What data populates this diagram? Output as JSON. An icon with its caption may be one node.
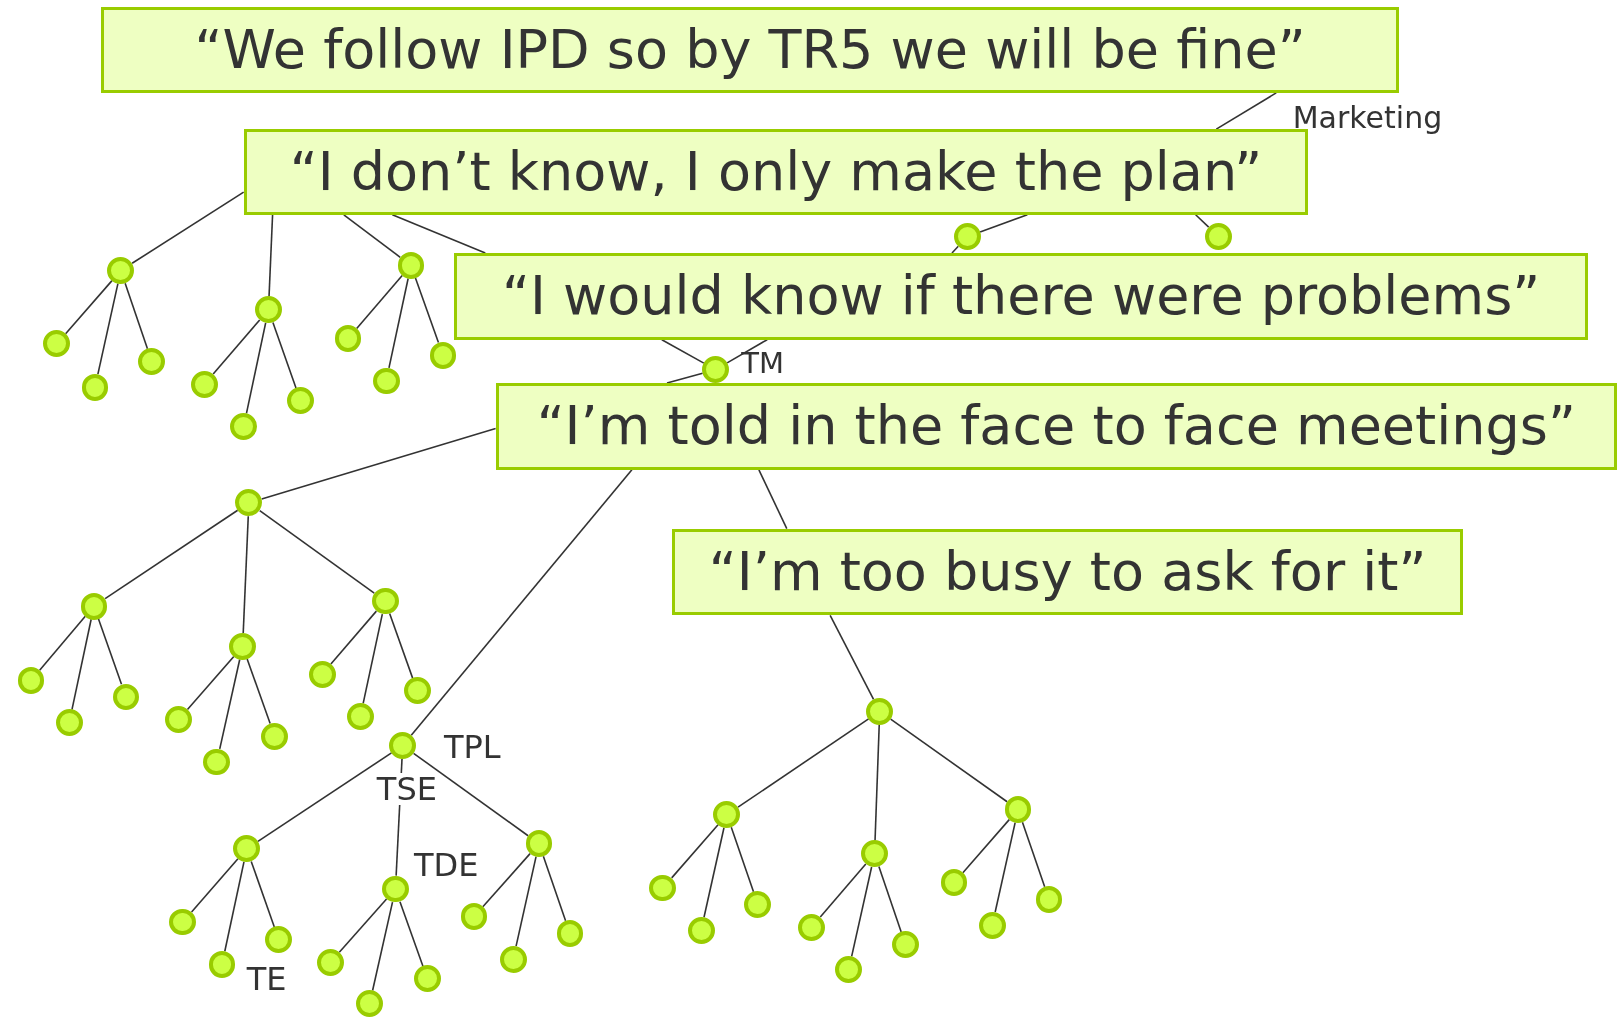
{
  "diagram": {
    "nodes": [
      {
        "text": [
          "“We follow IPD so by TR5 we will be fine”"
        ]
      },
      {
        "text": [
          "“I don’t know, I only make the plan”"
        ]
      },
      {
        "text": [],
        "shape": "circle"
      },
      {
        "text": [],
        "shape": "circle"
      },
      {
        "text": [
          "“I would know if there were problems”"
        ]
      },
      {
        "text": [],
        "shape": "circle"
      },
      {
        "text": [],
        "shape": "circle"
      },
      {
        "text": [],
        "shape": "circle"
      },
      {
        "text": [],
        "shape": "circle"
      },
      {
        "text": [],
        "shape": "circle"
      },
      {
        "text": [],
        "shape": "circle"
      },
      {
        "text": [],
        "shape": "circle"
      },
      {
        "text": [],
        "shape": "circle"
      },
      {
        "text": [],
        "shape": "circle"
      },
      {
        "text": [],
        "shape": "circle"
      },
      {
        "text": [],
        "shape": "circle"
      },
      {
        "text": [],
        "shape": "circle"
      },
      {
        "text": [],
        "shape": "circle"
      },
      {
        "text": [
          "“I’m told in the face to face meetings”"
        ]
      },
      {
        "text": [],
        "shape": "circle"
      },
      {
        "text": [],
        "shape": "circle"
      },
      {
        "text": [],
        "shape": "circle"
      },
      {
        "text": [],
        "shape": "circle"
      },
      {
        "text": [],
        "shape": "circle"
      },
      {
        "text": [],
        "shape": "circle"
      },
      {
        "text": [],
        "shape": "circle"
      },
      {
        "text": [],
        "shape": "circle"
      },
      {
        "text": [],
        "shape": "circle"
      },
      {
        "text": [],
        "shape": "circle"
      },
      {
        "text": [],
        "shape": "circle"
      },
      {
        "text": [],
        "shape": "circle"
      },
      {
        "text": [],
        "shape": "circle"
      },
      {
        "text": [
          "“I’m too busy to ask for it”"
        ]
      },
      {
        "text": [],
        "shape": "circle"
      },
      {
        "text": [],
        "shape": "circle"
      },
      {
        "text": [],
        "shape": "circle"
      },
      {
        "text": [],
        "shape": "circle"
      },
      {
        "text": [],
        "shape": "circle"
      },
      {
        "text": [],
        "shape": "circle"
      },
      {
        "text": [],
        "shape": "circle"
      },
      {
        "text": [],
        "shape": "circle"
      },
      {
        "text": [],
        "shape": "circle"
      },
      {
        "text": [],
        "shape": "circle"
      },
      {
        "text": [],
        "shape": "circle"
      },
      {
        "text": [],
        "shape": "circle"
      },
      {
        "text": [],
        "shape": "circle"
      },
      {
        "text": [],
        "shape": "circle"
      },
      {
        "text": [],
        "shape": "circle"
      },
      {
        "text": [],
        "shape": "circle"
      },
      {
        "text": [],
        "shape": "circle"
      },
      {
        "text": [],
        "shape": "circle"
      },
      {
        "text": [],
        "shape": "circle"
      },
      {
        "text": [],
        "shape": "circle"
      },
      {
        "text": [],
        "shape": "circle"
      },
      {
        "text": [],
        "shape": "circle"
      },
      {
        "text": [],
        "shape": "circle"
      },
      {
        "text": [],
        "shape": "circle"
      },
      {
        "text": [],
        "shape": "circle"
      },
      {
        "text": [],
        "shape": "circle"
      }
    ],
    "edges": [
      {
        "from": 0,
        "to": 1,
        "arrow": "none"
      },
      {
        "from": 1,
        "to": 2,
        "arrow": "none"
      },
      {
        "from": 1,
        "to": 3,
        "arrow": "none"
      },
      {
        "from": 2,
        "to": 4,
        "arrow": "none"
      },
      {
        "from": 1,
        "to": 5,
        "arrow": "none"
      },
      {
        "from": 1,
        "to": 6,
        "arrow": "none"
      },
      {
        "from": 1,
        "to": 7,
        "arrow": "none"
      },
      {
        "from": 1,
        "to": 4,
        "arrow": "none"
      },
      {
        "from": 4,
        "to": 17,
        "arrow": "none"
      },
      {
        "from": 4,
        "to": 17,
        "arrow": "none"
      },
      {
        "from": 17,
        "to": 18,
        "arrow": "none"
      },
      {
        "from": 18,
        "to": 19,
        "arrow": "none"
      },
      {
        "from": 18,
        "to": 33,
        "arrow": "none"
      },
      {
        "from": 18,
        "to": 32,
        "arrow": "none"
      },
      {
        "from": 32,
        "to": 46,
        "arrow": "none"
      },
      {
        "from": 5,
        "to": 8,
        "arrow": "none"
      },
      {
        "from": 5,
        "to": 9,
        "arrow": "none"
      },
      {
        "from": 5,
        "to": 10,
        "arrow": "none"
      },
      {
        "from": 6,
        "to": 11,
        "arrow": "none"
      },
      {
        "from": 6,
        "to": 12,
        "arrow": "none"
      },
      {
        "from": 6,
        "to": 13,
        "arrow": "none"
      },
      {
        "from": 7,
        "to": 14,
        "arrow": "none"
      },
      {
        "from": 7,
        "to": 15,
        "arrow": "none"
      },
      {
        "from": 7,
        "to": 16,
        "arrow": "none"
      },
      {
        "from": 19,
        "to": 20,
        "arrow": "none"
      },
      {
        "from": 19,
        "to": 21,
        "arrow": "none"
      },
      {
        "from": 19,
        "to": 22,
        "arrow": "none"
      },
      {
        "from": 20,
        "to": 23,
        "arrow": "none"
      },
      {
        "from": 20,
        "to": 24,
        "arrow": "none"
      },
      {
        "from": 20,
        "to": 25,
        "arrow": "none"
      },
      {
        "from": 21,
        "to": 26,
        "arrow": "none"
      },
      {
        "from": 21,
        "to": 27,
        "arrow": "none"
      },
      {
        "from": 21,
        "to": 28,
        "arrow": "none"
      },
      {
        "from": 22,
        "to": 29,
        "arrow": "none"
      },
      {
        "from": 22,
        "to": 30,
        "arrow": "none"
      },
      {
        "from": 22,
        "to": 31,
        "arrow": "none"
      },
      {
        "from": 33,
        "to": 34,
        "arrow": "none"
      },
      {
        "from": 33,
        "to": 35,
        "arrow": "none"
      },
      {
        "from": 33,
        "to": 36,
        "arrow": "none"
      },
      {
        "from": 34,
        "to": 37,
        "arrow": "none"
      },
      {
        "from": 34,
        "to": 38,
        "arrow": "none"
      },
      {
        "from": 34,
        "to": 39,
        "arrow": "none"
      },
      {
        "from": 35,
        "to": 40,
        "arrow": "none"
      },
      {
        "from": 35,
        "to": 41,
        "arrow": "none"
      },
      {
        "from": 35,
        "to": 42,
        "arrow": "none"
      },
      {
        "from": 36,
        "to": 43,
        "arrow": "none"
      },
      {
        "from": 36,
        "to": 44,
        "arrow": "none"
      },
      {
        "from": 36,
        "to": 45,
        "arrow": "none"
      },
      {
        "from": 46,
        "to": 47,
        "arrow": "none"
      },
      {
        "from": 46,
        "to": 48,
        "arrow": "none"
      },
      {
        "from": 46,
        "to": 49,
        "arrow": "none"
      },
      {
        "from": 47,
        "to": 50,
        "arrow": "none"
      },
      {
        "from": 47,
        "to": 51,
        "arrow": "none"
      },
      {
        "from": 47,
        "to": 52,
        "arrow": "none"
      },
      {
        "from": 48,
        "to": 53,
        "arrow": "none"
      },
      {
        "from": 48,
        "to": 54,
        "arrow": "none"
      },
      {
        "from": 48,
        "to": 55,
        "arrow": "none"
      },
      {
        "from": 49,
        "to": 56,
        "arrow": "none"
      },
      {
        "from": 49,
        "to": 57,
        "arrow": "none"
      },
      {
        "from": 49,
        "to": 58,
        "arrow": "none"
      }
    ],
    "labels": [
      "Marketing",
      "TM",
      "TPL",
      "TSE",
      "TDE",
      "TE"
    ]
  }
}
